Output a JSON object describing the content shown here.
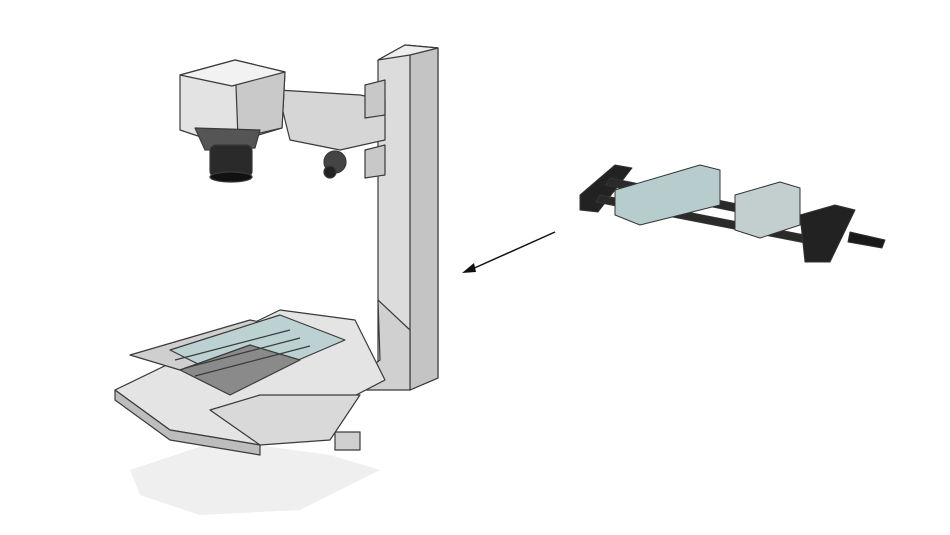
{
  "colors": {
    "background": "#ffffff",
    "metal": "#d9d9d9",
    "metal_dark": "#a8a8a8",
    "outline": "#3a3a3a",
    "black_part": "#1e1e1e",
    "glass": "#b9cfcf",
    "shadow": "#ededed"
  },
  "icons": [
    "copy-stand-assembly",
    "slide-rail-assembly",
    "arrow-pointer"
  ]
}
